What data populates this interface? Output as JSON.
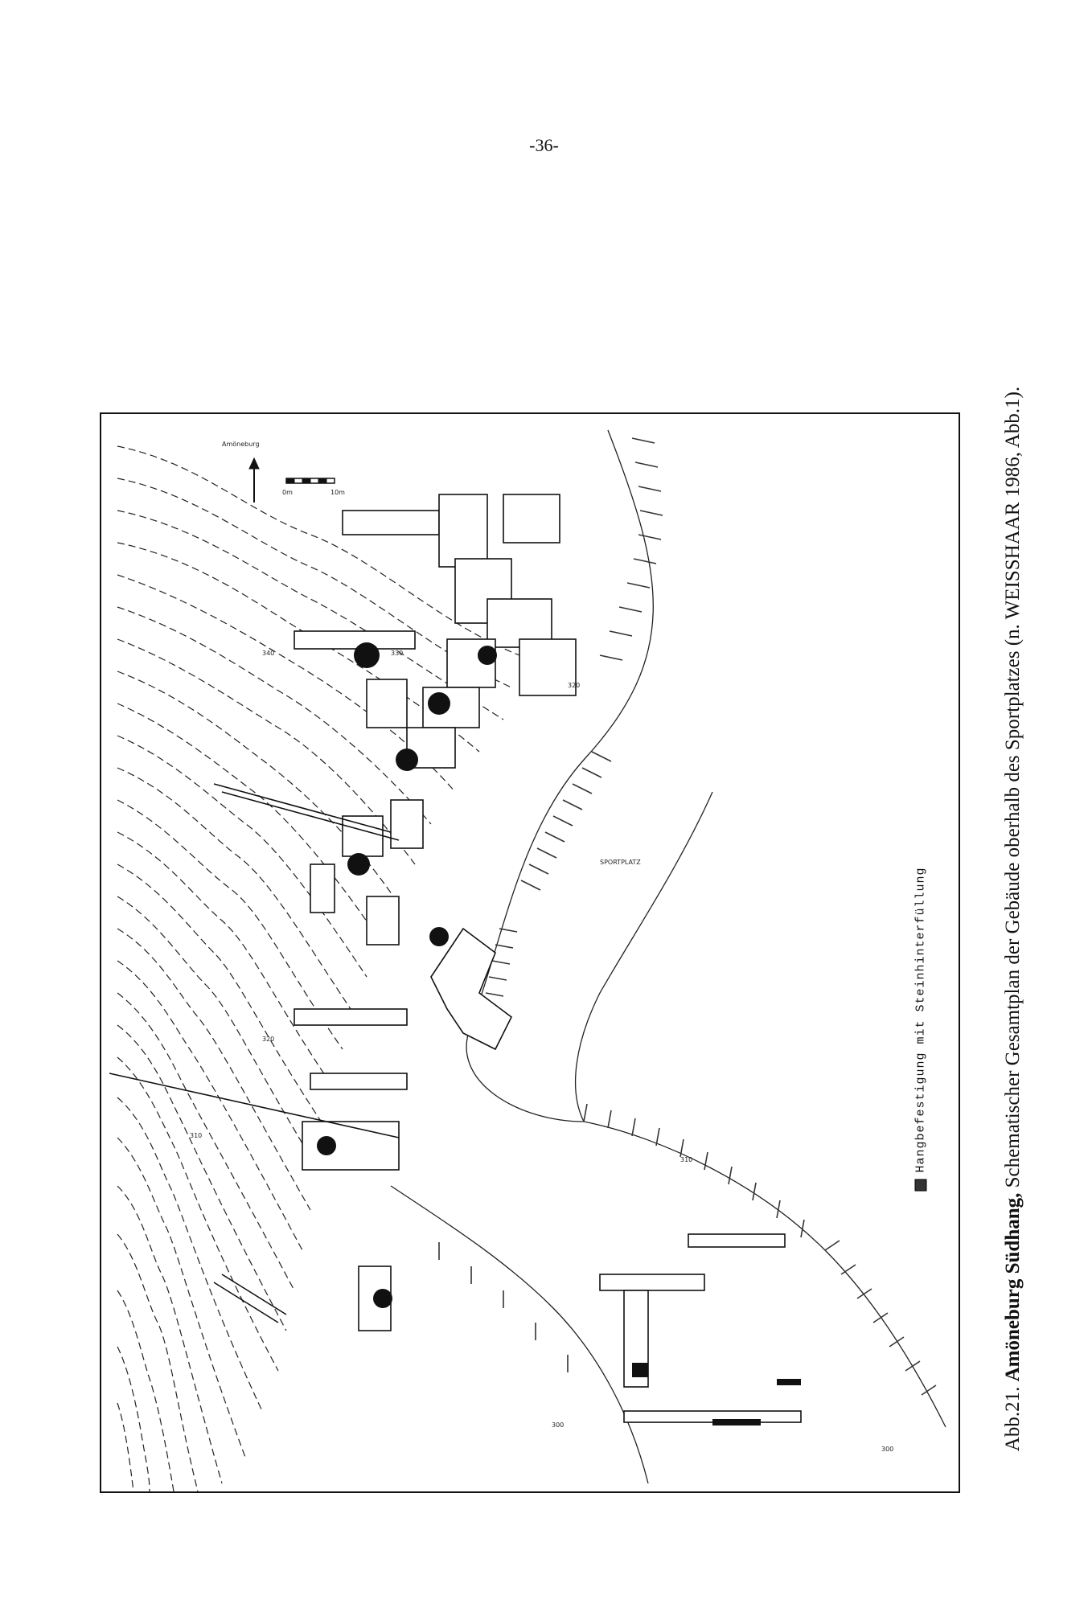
{
  "page": {
    "number": "-36-"
  },
  "figure": {
    "caption_bold": "Amöneburg Südhang, ",
    "caption_label": "Abb.21. ",
    "caption_rest": "Schematischer Gesamtplan der Gebäude oberhalb des Sportplatzes (n. WEISSHAAR 1986, Abb.1).",
    "legend_text": "Hangbefestigung mit Steinhinterfüllung",
    "north_label": "Amöneburg",
    "scale_label": "0m",
    "scale_end": "10m",
    "sportplatz_label": "SPORTPLATZ",
    "contour_labels": [
      "340",
      "330",
      "320",
      "310",
      "300",
      "320",
      "310",
      "300"
    ],
    "colors": {
      "ink": "#111111",
      "paper": "#ffffff"
    },
    "icons": [
      "north-arrow-icon",
      "scale-bar-icon",
      "legend-swatch-icon"
    ]
  }
}
